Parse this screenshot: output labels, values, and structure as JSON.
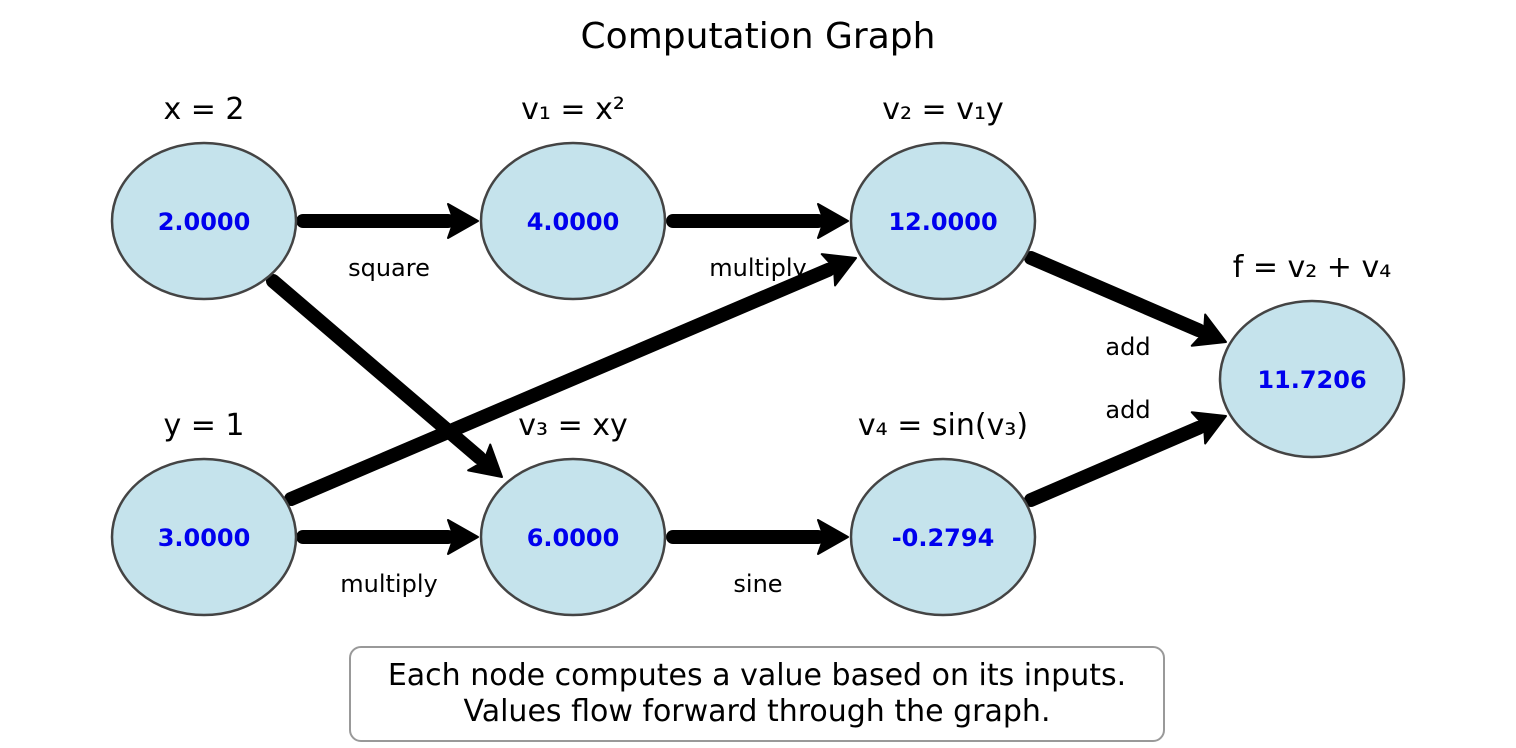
{
  "title": "Computation Graph",
  "colors": {
    "node_fill": "#c5e3ec",
    "node_stroke": "#444444",
    "value_text": "#0000ee",
    "edge": "#000000"
  },
  "nodes": [
    {
      "id": "x",
      "label": "x = 2",
      "value": "2.0000"
    },
    {
      "id": "v1",
      "label": "v₁ = x²",
      "value": "4.0000"
    },
    {
      "id": "v2",
      "label": "v₂ = v₁y",
      "value": "12.0000"
    },
    {
      "id": "y",
      "label": "y = 1",
      "value": "3.0000"
    },
    {
      "id": "v3",
      "label": "v₃ = xy",
      "value": "6.0000"
    },
    {
      "id": "v4",
      "label": "v₄ = sin(v₃)",
      "value": "-0.2794"
    },
    {
      "id": "f",
      "label": "f = v₂ + v₄",
      "value": "11.7206"
    }
  ],
  "edges": [
    {
      "from": "x",
      "to": "v1",
      "label": "square"
    },
    {
      "from": "v1",
      "to": "v2",
      "label": "multiply"
    },
    {
      "from": "y",
      "to": "v2",
      "label": ""
    },
    {
      "from": "x",
      "to": "v3",
      "label": ""
    },
    {
      "from": "y",
      "to": "v3",
      "label": "multiply"
    },
    {
      "from": "v3",
      "to": "v4",
      "label": "sine"
    },
    {
      "from": "v2",
      "to": "f",
      "label": "add"
    },
    {
      "from": "v4",
      "to": "f",
      "label": "add"
    }
  ],
  "note": {
    "line1": "Each node computes a value based on its inputs.",
    "line2": "Values flow forward through the graph."
  }
}
